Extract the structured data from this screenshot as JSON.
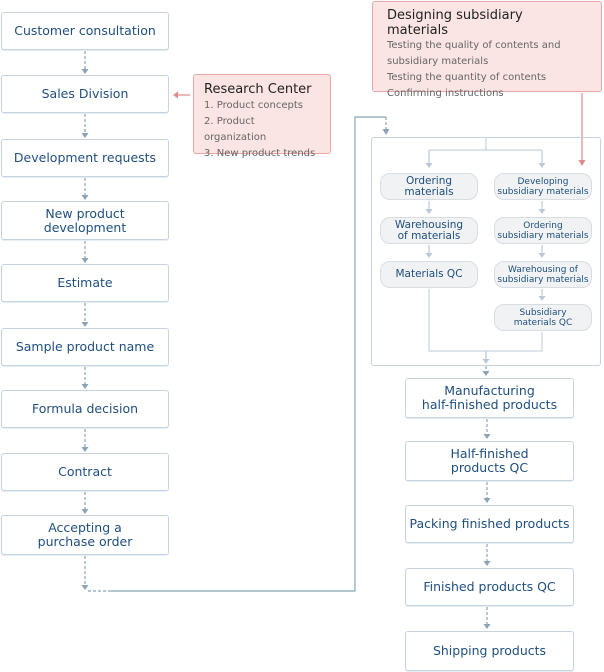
{
  "left_flow": [
    "Customer consultation",
    "Sales Division",
    "Development requests",
    "New product\ndevelopment",
    "Estimate",
    "Sample product name",
    "Formula decision",
    "Contract",
    "Accepting a\npurchase order"
  ],
  "research_center": {
    "title": "Research Center",
    "items": [
      "1. Product concepts",
      "2. Product organization",
      "3. New product trends"
    ]
  },
  "subsidiary_note": {
    "title": "Designing subsidiary materials",
    "items": [
      "Testing the quality of contents and",
      "subsidiary materials",
      "Testing the quantity of contents",
      "Confirming instructions"
    ]
  },
  "materials_left": [
    "Ordering\nmaterials",
    "Warehousing\nof materials",
    "Materials QC"
  ],
  "materials_right": [
    "Developing\nsubsidiary materials",
    "Ordering\nsubsidiary materials",
    "Warehousing of\nsubsidiary materials",
    "Subsidiary\nmaterials QC"
  ],
  "right_flow": [
    "Manufacturing\nhalf-finished products",
    "Half-finished\nproducts QC",
    "Packing finished products",
    "Finished products QC",
    "Shipping products"
  ],
  "colors": {
    "connector": "#8aa3b8",
    "accent_red": "#e08a8a",
    "text": "#1f4f7f"
  }
}
